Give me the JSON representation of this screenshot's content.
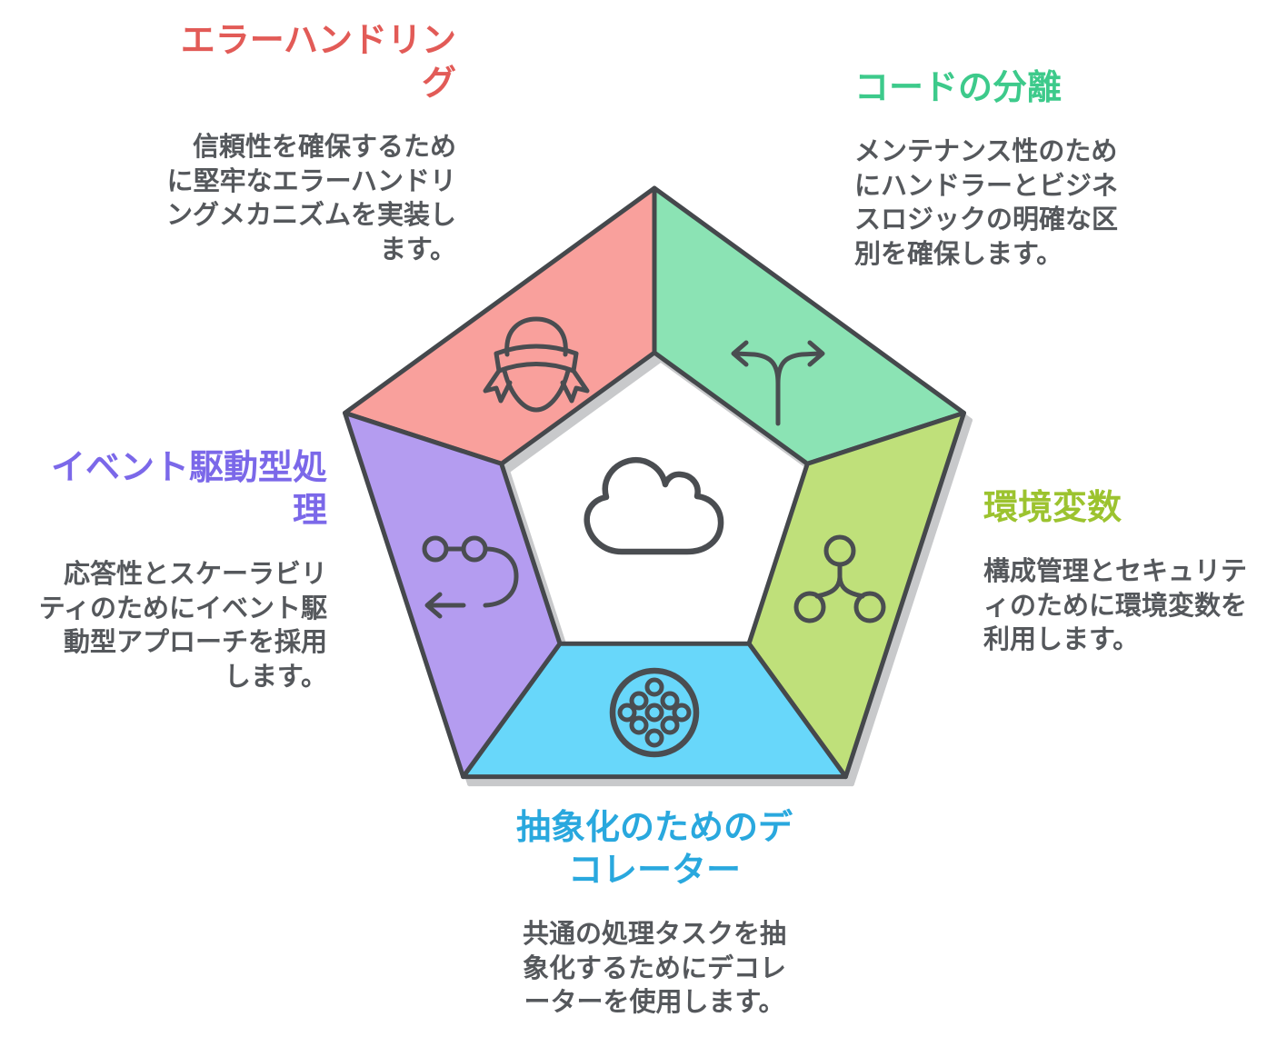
{
  "diagram": {
    "background": "#FFFFFF",
    "outline_color": "#45484C",
    "icon_stroke_color": "#4A4D51",
    "body_text_color": "#55585C",
    "center_icon": "cloud-icon",
    "sections": [
      {
        "id": "error-handling",
        "position": "top-left",
        "title": "エラーハンドリン\nグ",
        "body": "信頼性を確保するため\nに堅牢なエラーハンドリ\nングメカニズムを実装し\nます。",
        "title_color": "#E25B57",
        "fill": "#F9A09C",
        "icon": "badge-ribbon-icon"
      },
      {
        "id": "code-separation",
        "position": "top-right",
        "title": "コードの分離",
        "body": "メンテナンス性のため\nにハンドラーとビジネ\nスロジックの明確な区\n別を確保します。",
        "title_color": "#3DCA8B",
        "fill": "#8BE3B4",
        "icon": "fork-arrows-icon"
      },
      {
        "id": "environment-variables",
        "position": "right",
        "title": "環境変数",
        "body": "構成管理とセキュリテ\nィのために環境変数を\n利用します。",
        "title_color": "#9CC32F",
        "fill": "#BFE07A",
        "icon": "hierarchy-nodes-icon"
      },
      {
        "id": "decorators-for-abstraction",
        "position": "bottom",
        "title": "抽象化のためのデ\nコレーター",
        "body": "共通の処理タスクを抽\n象化するためにデコレ\nーターを使用します。",
        "title_color": "#29A8DE",
        "fill": "#68D7FA",
        "icon": "dotted-circle-icon"
      },
      {
        "id": "event-driven-processing",
        "position": "left",
        "title": "イベント駆動型処\n理",
        "body": "応答性とスケーラビリ\nティのためにイベント駆\n動型アプローチを採用\nします。",
        "title_color": "#7B68E9",
        "fill": "#B49CF0",
        "icon": "flow-arrow-icon"
      }
    ]
  }
}
